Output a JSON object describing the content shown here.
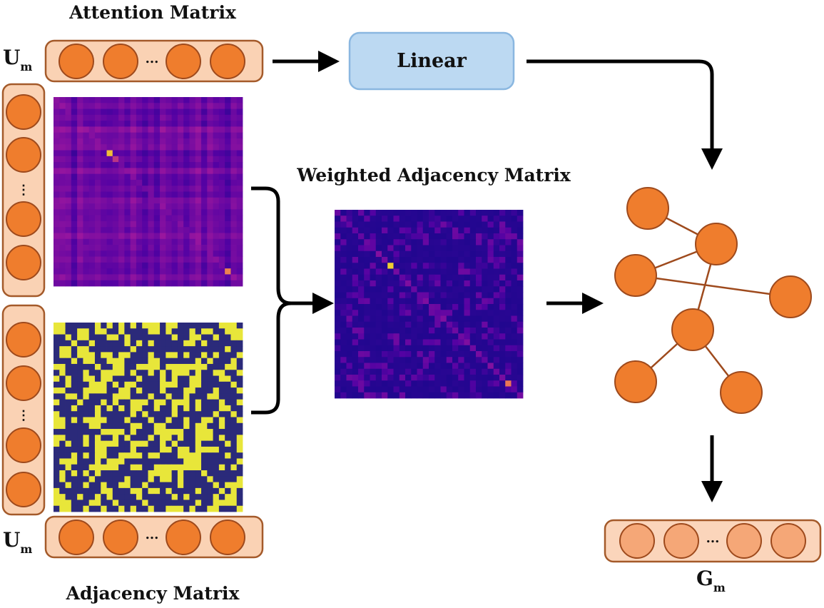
{
  "titles": {
    "attention_matrix": "Attention Matrix",
    "adjacency_matrix": "Adjacency Matrix",
    "weighted_adjacency_matrix": "Weighted Adjacency Matrix"
  },
  "linear_box": {
    "label": "Linear"
  },
  "symbols": {
    "u_top": {
      "main": "U",
      "sub": "m"
    },
    "u_bottom": {
      "main": "U",
      "sub": "m"
    },
    "g_out": {
      "main": "G",
      "sub": "m"
    }
  },
  "ellipsis": {
    "horizontal": "...",
    "vertical": "⋮"
  },
  "colors": {
    "node_fill": "#ef7d2d",
    "node_stroke": "#9e4a1d",
    "strip_fill": "#fad2b4",
    "strip_stroke": "#a45a2a",
    "output_node_fill": "#f5a777",
    "output_strip_fill": "#fbd5bb",
    "linear_fill": "#bcd9f2",
    "linear_stroke": "#8ab7e0",
    "adjacency_on": "#e8e63a",
    "adjacency_off": "#2b2a7a",
    "graph_edge": "#9e4a1d",
    "arrow": "#000000"
  },
  "matrices": {
    "attention": {
      "size": 32,
      "colormap": "plasma",
      "hotspots": 2
    },
    "adjacency": {
      "size": 32,
      "colormap": "binary",
      "on_color": "yellow",
      "off_color": "navy"
    },
    "weighted": {
      "size": 32,
      "colormap": "plasma",
      "hotspots": 2
    }
  },
  "graph": {
    "node_count": 7,
    "edges": [
      [
        0,
        1
      ],
      [
        1,
        2
      ],
      [
        1,
        3
      ],
      [
        2,
        4
      ],
      [
        3,
        5
      ],
      [
        3,
        6
      ]
    ]
  }
}
